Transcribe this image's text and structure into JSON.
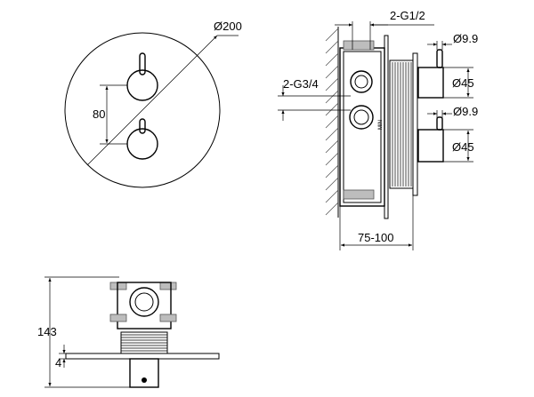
{
  "front_view": {
    "diameter_label": "Ø200",
    "spacing_label": "80"
  },
  "side_view": {
    "outlet_label": "2-G1/2",
    "inlet_label": "2-G3/4",
    "handle_top_stem_label": "Ø9.9",
    "handle_top_dia_label": "Ø45",
    "handle_bottom_stem_label": "Ø9.9",
    "handle_bottom_dia_label": "Ø45",
    "depth_label": "75-100",
    "body_marking": "MIN"
  },
  "bottom_view": {
    "height_label": "143",
    "plate_label": "4"
  }
}
